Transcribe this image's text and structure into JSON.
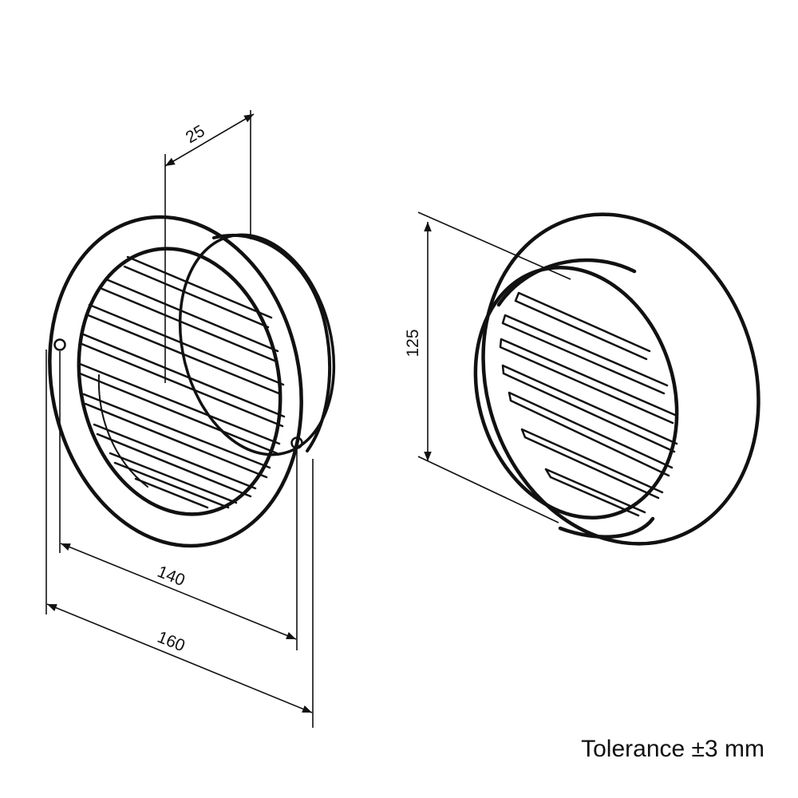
{
  "dimensions": {
    "depth": "25",
    "hole_spacing": "140",
    "outer_diameter": "160",
    "duct_diameter": "125"
  },
  "note": "Tolerance ±3 mm",
  "colors": {
    "line": "#111111",
    "background": "#ffffff"
  }
}
